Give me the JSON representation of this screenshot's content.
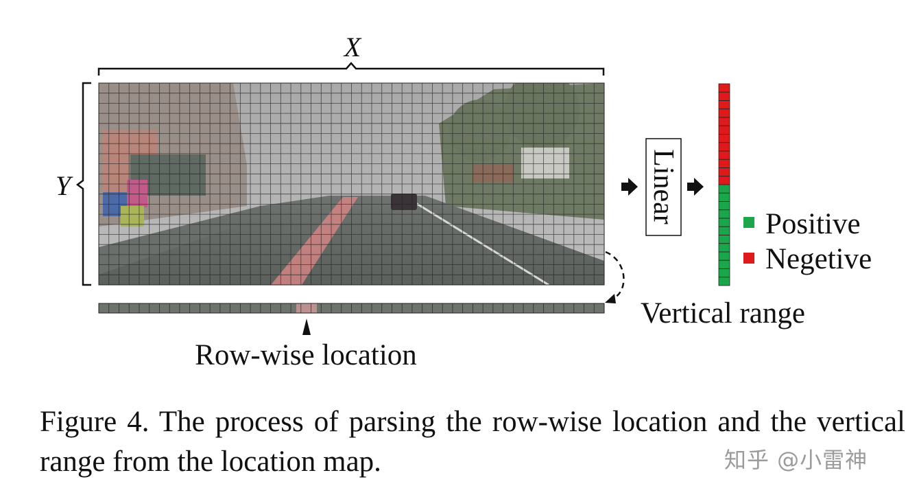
{
  "figure": {
    "x_axis_symbol": "X",
    "y_axis_symbol": "Y",
    "linear_label": "Linear",
    "row_wise_label": "Row-wise location",
    "vertical_range_label": "Vertical range",
    "legend": [
      {
        "label": "Positive",
        "color": "#1aa64a"
      },
      {
        "label": "Negetive",
        "color": "#e0191b"
      }
    ],
    "vertical_range_bar": {
      "negative_cells": 12,
      "positive_cells": 12
    }
  },
  "caption": {
    "text": "Figure 4. The process of parsing the row-wise location and the vertical range from the location map."
  },
  "watermark": "知乎 @小雷神"
}
